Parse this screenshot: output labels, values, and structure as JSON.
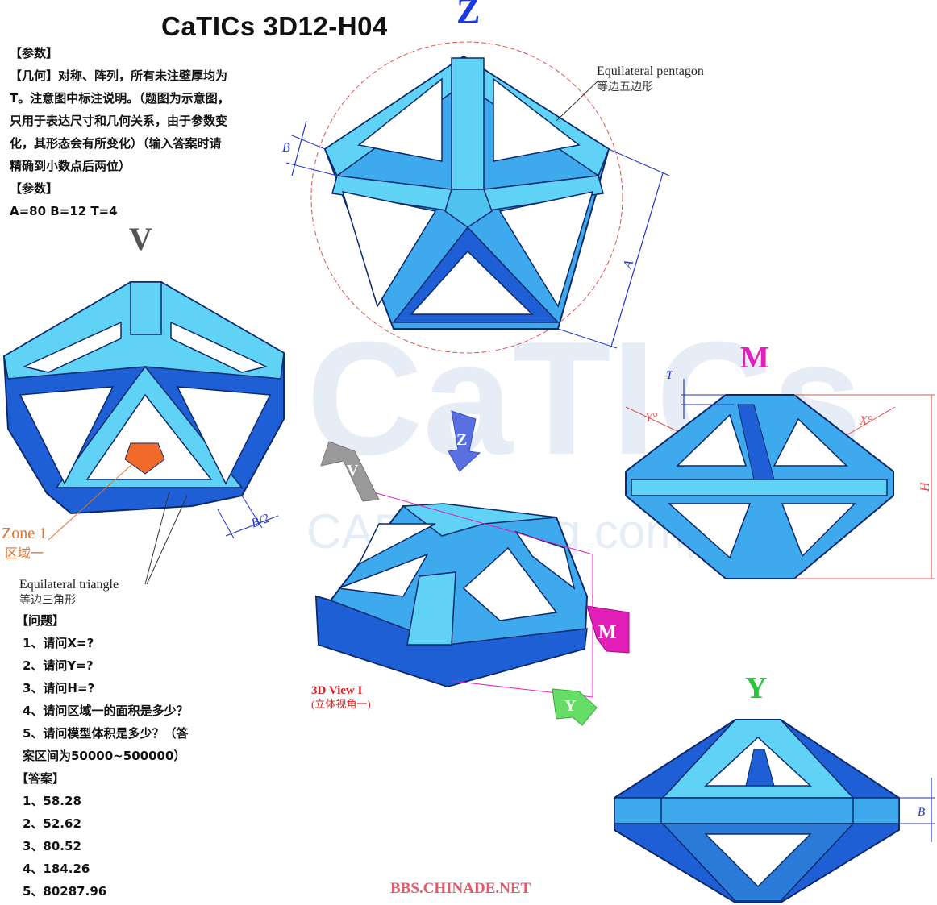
{
  "header": {
    "title": "CaTICs 3D12-H04"
  },
  "params": {
    "heading": "【参数】",
    "desc_lines": [
      "【几何】对称、阵列，所有未注壁厚均为",
      "T。注意图中标注说明。（题图为示意图，",
      "只用于表达尺寸和几何关系，由于参数变",
      "化，其形态会有所变化）（输入答案时请",
      "精确到小数点后两位）"
    ],
    "heading2": "【参数】",
    "values": "A=80   B=12   T=4"
  },
  "questions": {
    "heading": "【问题】",
    "items": [
      "1、请问X=?",
      "2、请问Y=?",
      "3、请问H=?",
      "4、请问区域一的面积是多少？",
      "5、请问模型体积是多少？（答",
      "案区间为50000~500000）"
    ]
  },
  "answers": {
    "heading": "【答案】",
    "items": [
      "1、58.28",
      "2、52.62",
      "3、80.52",
      "4、184.26",
      "5、80287.96"
    ]
  },
  "views": {
    "z": "Z",
    "v": "V",
    "m": "M",
    "y": "Y",
    "arrow_v": "V",
    "arrow_z": "Z",
    "arrow_m": "M",
    "arrow_y": "Y"
  },
  "labels": {
    "pentagon_en": "Equilateral pentagon",
    "pentagon_cn": "等边五边形",
    "triangle_en": "Equilateral triangle",
    "triangle_cn": "等边三角形",
    "zone_en": "Zone 1",
    "zone_cn": "区域一",
    "view3d_en": "3D View I",
    "view3d_cn": "(立体视角一)",
    "dim_a": "A",
    "dim_b": "B",
    "dim_b2": "B/2",
    "dim_t": "T",
    "dim_h": "H",
    "dim_x": "X°",
    "dim_y": "Y°",
    "dim_b_side": "B"
  },
  "watermark": {
    "big": "CaTICs",
    "small": "CAD training competition"
  },
  "footer": {
    "site": "BBS.CHINADE.NET"
  },
  "colors": {
    "light_blue": "#5fd2f5",
    "mid_blue": "#3fa9ee",
    "dark_blue": "#1f5fd6",
    "zone_orange": "#f26a2a",
    "dim_blue": "#2233cc",
    "magenta": "#e21fb8",
    "green": "#2bc43a",
    "circle_red": "#e05050"
  }
}
